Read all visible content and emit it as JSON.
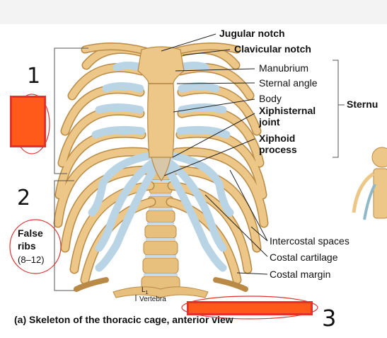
{
  "labels": {
    "jugular_notch": "Jugular notch",
    "clavicular_notch": "Clavicular notch",
    "manubrium": "Manubrium",
    "sternal_angle": "Sternal angle",
    "body": "Body",
    "xiphisternal_joint_1": "Xiphisternal",
    "xiphisternal_joint_2": "joint",
    "xiphoid_process_1": "Xiphoid",
    "xiphoid_process_2": "process",
    "sternum": "Sternu",
    "false_ribs_1": "False",
    "false_ribs_2": "ribs",
    "false_ribs_3": "(8–12)",
    "intercostal_spaces": "Intercostal spaces",
    "costal_cartilage": "Costal cartilage",
    "costal_margin": "Costal margin",
    "vertebra_l": "L",
    "vertebra_sub": "1",
    "vertebra": "Vertebra"
  },
  "caption": "(a) Skeleton of the thoracic cage, anterior view",
  "annotations": {
    "mark_1": "1",
    "mark_2": "2",
    "mark_3": "3"
  },
  "colors": {
    "bone": "#ecc787",
    "cartilage": "#b9d4e4",
    "redact_fill": "#ff5a1a",
    "redact_border": "#e4322a",
    "circle": "#d33"
  }
}
